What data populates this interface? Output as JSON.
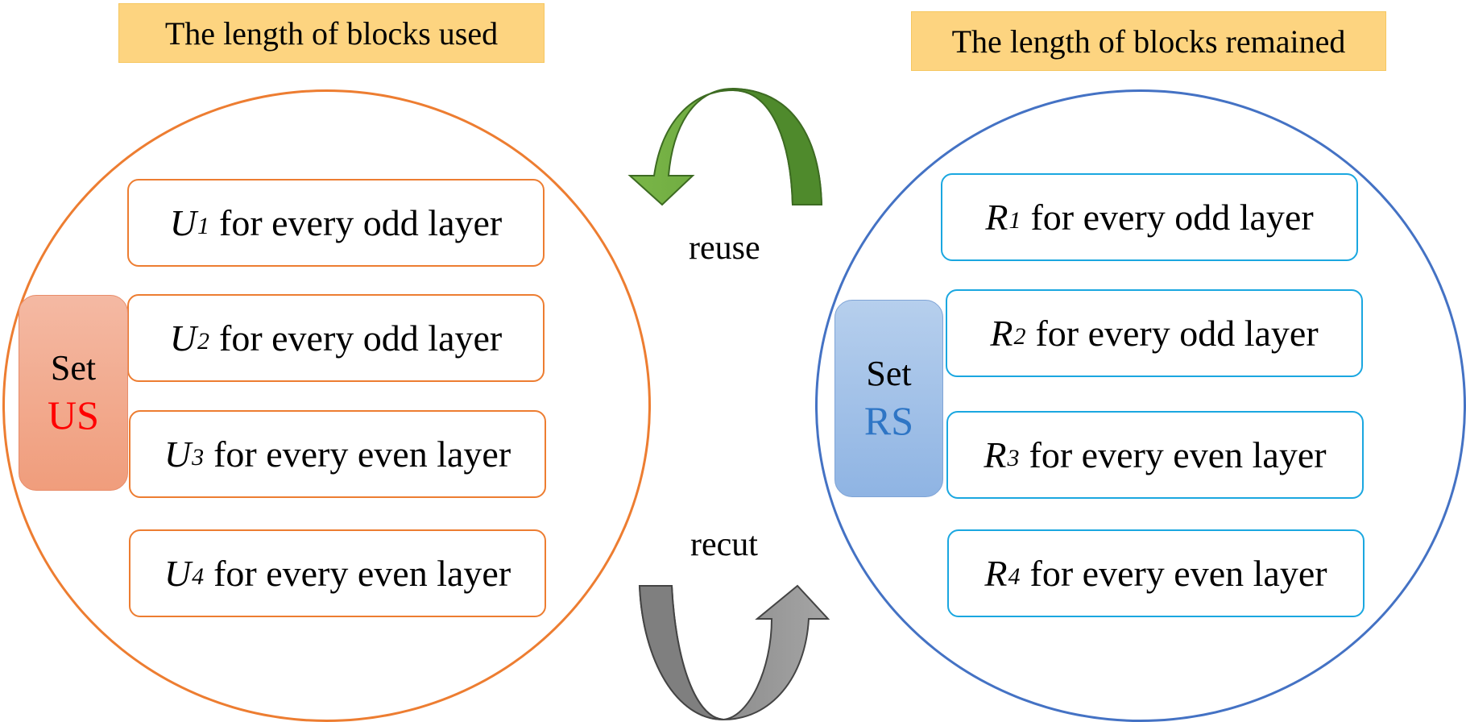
{
  "titles": {
    "used": "The length of blocks used",
    "remained": "The length of blocks remained"
  },
  "used_set": {
    "label": "Set",
    "code": "US",
    "items": [
      {
        "symbol": "U",
        "sub": "1",
        "text": "for every odd layer"
      },
      {
        "symbol": "U",
        "sub": "2",
        "text": "for every odd layer"
      },
      {
        "symbol": "U",
        "sub": "3",
        "text": "for every even layer"
      },
      {
        "symbol": "U",
        "sub": "4",
        "text": "for every even layer"
      }
    ]
  },
  "remained_set": {
    "label": "Set",
    "code": "RS",
    "items": [
      {
        "symbol": "R",
        "sub": "1",
        "text": "for every odd layer"
      },
      {
        "symbol": "R",
        "sub": "2",
        "text": "for every odd layer"
      },
      {
        "symbol": "R",
        "sub": "3",
        "text": "for every even layer"
      },
      {
        "symbol": "R",
        "sub": "4",
        "text": "for every even layer"
      }
    ]
  },
  "arrows": {
    "reuse": "reuse",
    "recut": "recut"
  },
  "colors": {
    "title_fill": "#fdd480",
    "used_accent": "#ed7d31",
    "remained_circle": "#4472c4",
    "remained_box": "#1aa7e0",
    "us_text": "#ff0000",
    "rs_text": "#2e75c5",
    "reuse_arrow": "#70ad47",
    "recut_arrow": "#8c8c8c"
  }
}
